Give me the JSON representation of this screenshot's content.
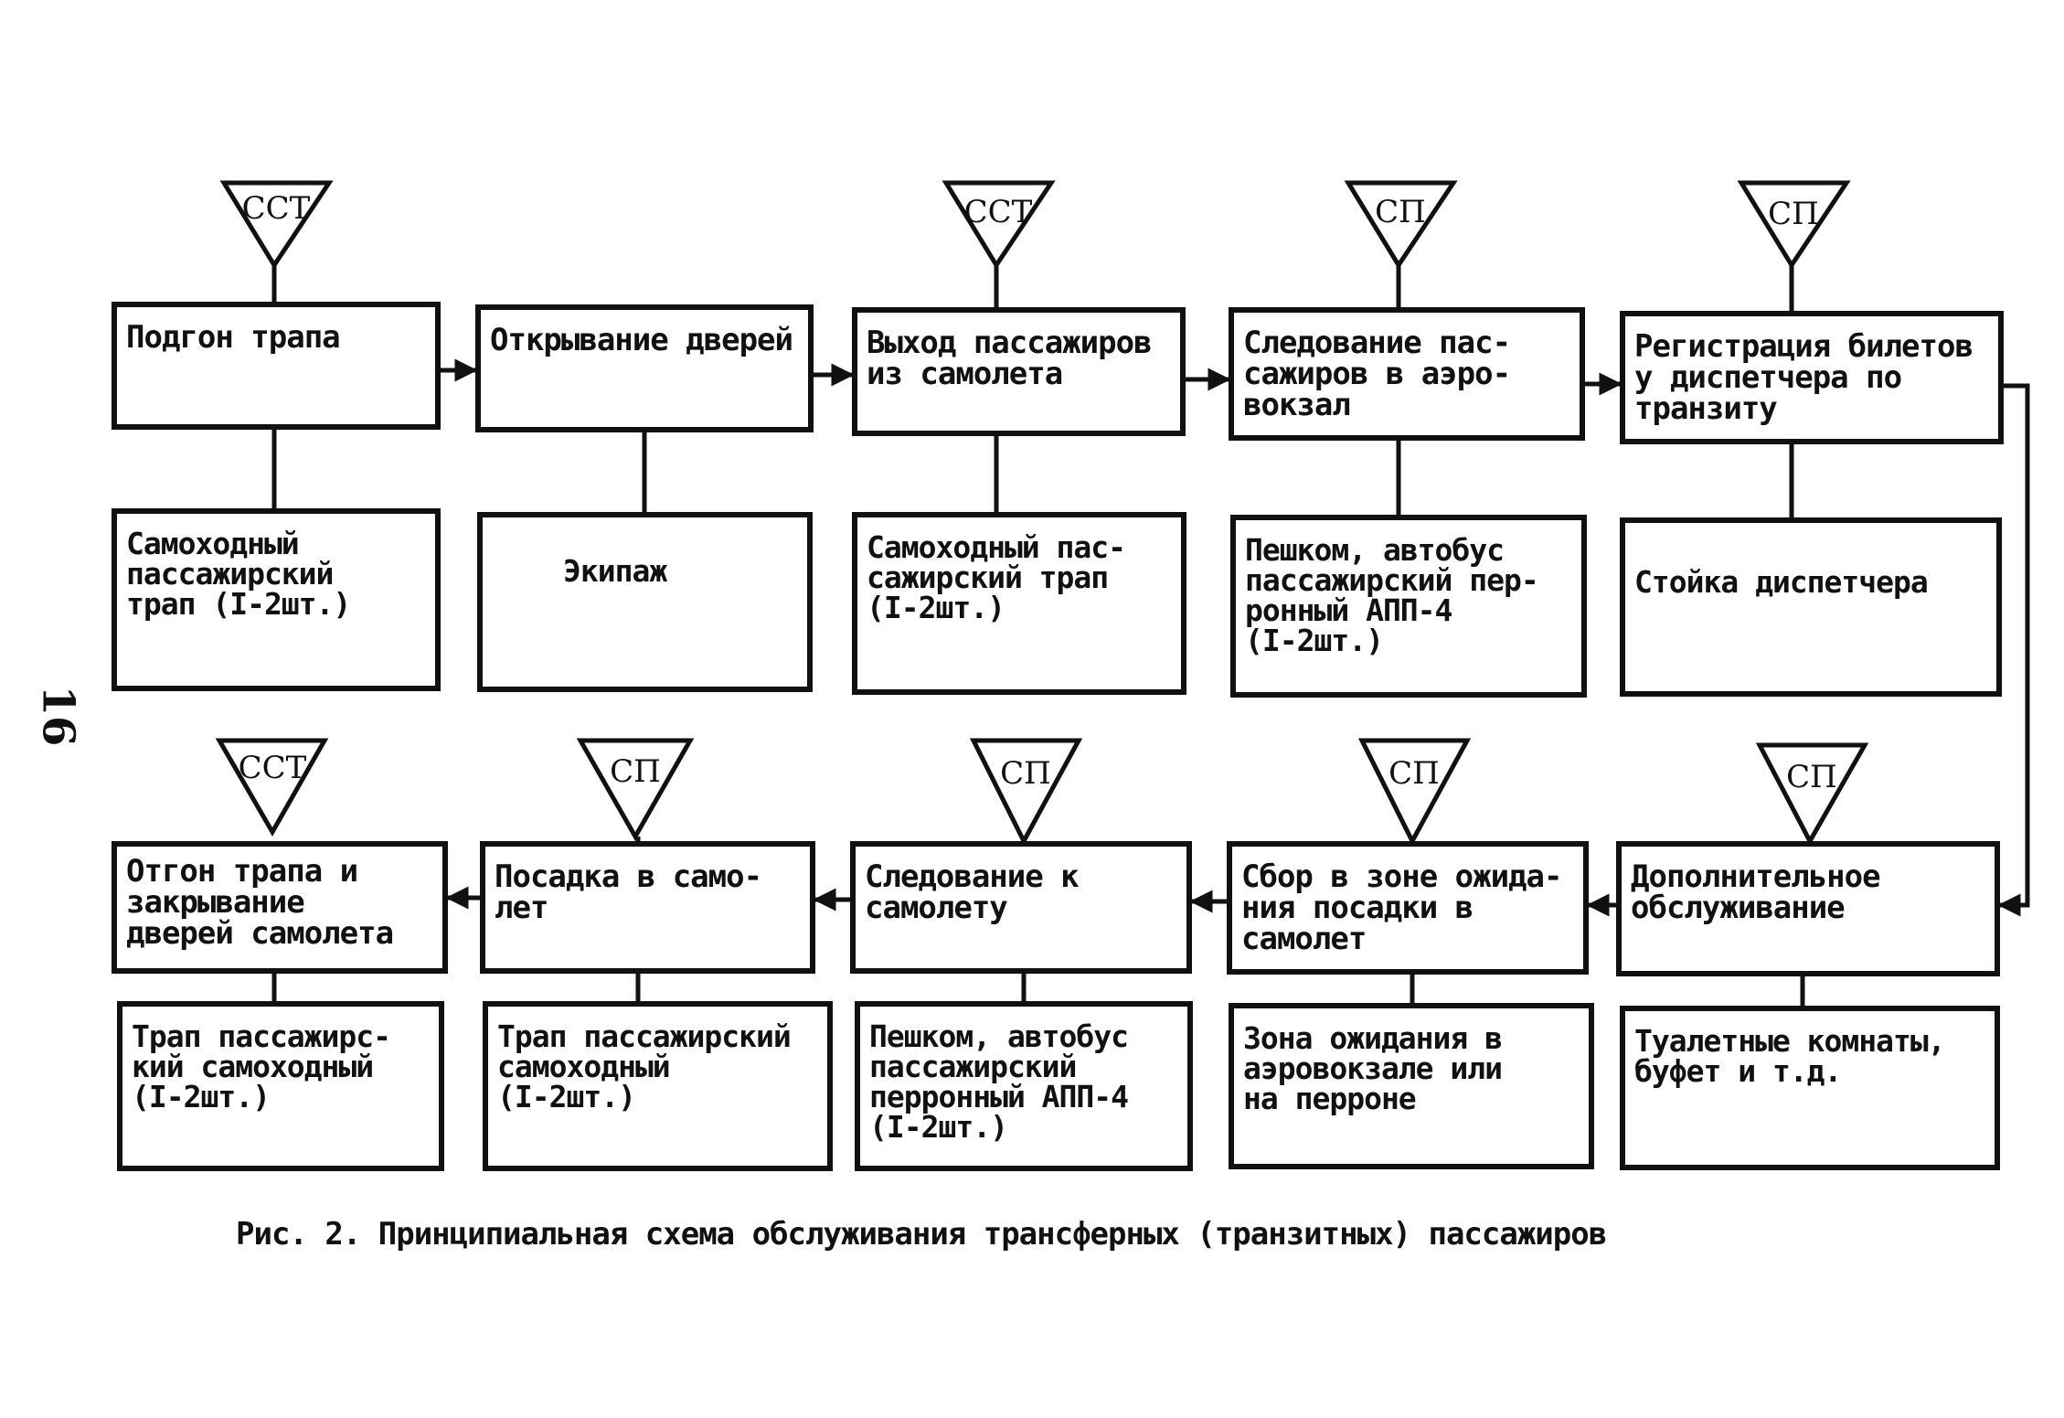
{
  "page_number": "16",
  "caption": "Рис. 2. Принципиальная схема обслуживания трансферных (транзитных) пассажиров",
  "triangle_labels": [
    "ССТ",
    "ССТ",
    "СП",
    "СП",
    "ССТ",
    "СП",
    "СП",
    "СП",
    "СП"
  ],
  "steps": [
    "Подгон трапа",
    "Открывание дверей",
    "Выход пассажиров\nиз самолета",
    "Следование пас-\nсажиров в аэро-\nвокзал",
    "Регистрация билетов\nу диспетчера по\nтранзиту",
    "Дополнительное\nобслуживание",
    "Сбор в зоне ожида-\nния посадки в\nсамолет",
    "Следование к\nсамолету",
    "Посадка в само-\nлет",
    "Отгон трапа и\nзакрывание\nдверей самолета"
  ],
  "resources": [
    "Самоходный\nпассажирский\nтрап (I-2шт.)",
    "Экипаж",
    "Самоходный пас-\nсажирский трап\n(I-2шт.)",
    "Пешком, автобус\nпассажирский пер-\nронный АПП-4\n(I-2шт.)",
    "Стойка диспетчера",
    "Туалетные комнаты,\nбуфет и т.д.",
    "Зона ожидания в\nаэровокзале или\nна перроне",
    "Пешком, автобус\nпассажирский\nперронный АПП-4\n(I-2шт.)",
    "Трап пассажирский\nсамоходный\n(I-2шт.)",
    "Трап пассажирс-\nкий самоходный\n(I-2шт.)"
  ]
}
